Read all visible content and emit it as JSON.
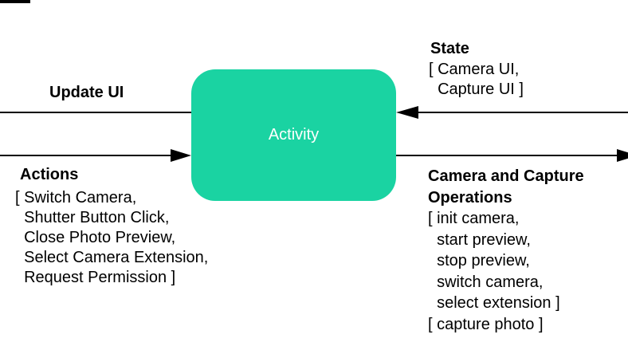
{
  "diagram": {
    "node": {
      "label": "Activity"
    },
    "update_ui": {
      "label": "Update UI"
    },
    "actions": {
      "title": "Actions",
      "items": [
        "[ Switch Camera,",
        "  Shutter Button Click,",
        "  Close Photo Preview,",
        "  Select Camera Extension,",
        "  Request Permission ]"
      ]
    },
    "state": {
      "title": "State",
      "items": [
        "[ Camera UI,",
        "  Capture UI ]"
      ]
    },
    "operations": {
      "title_lines": [
        "Camera and Capture",
        "Operations"
      ],
      "items": [
        "[ init camera,",
        "  start preview,",
        "  stop preview,",
        "  switch camera,",
        "  select extension ]",
        "[ capture photo ]"
      ]
    },
    "colors": {
      "node_fill": "#1ad3a2",
      "node_text": "#ffffff",
      "arrow": "#000000",
      "text": "#000000"
    }
  }
}
